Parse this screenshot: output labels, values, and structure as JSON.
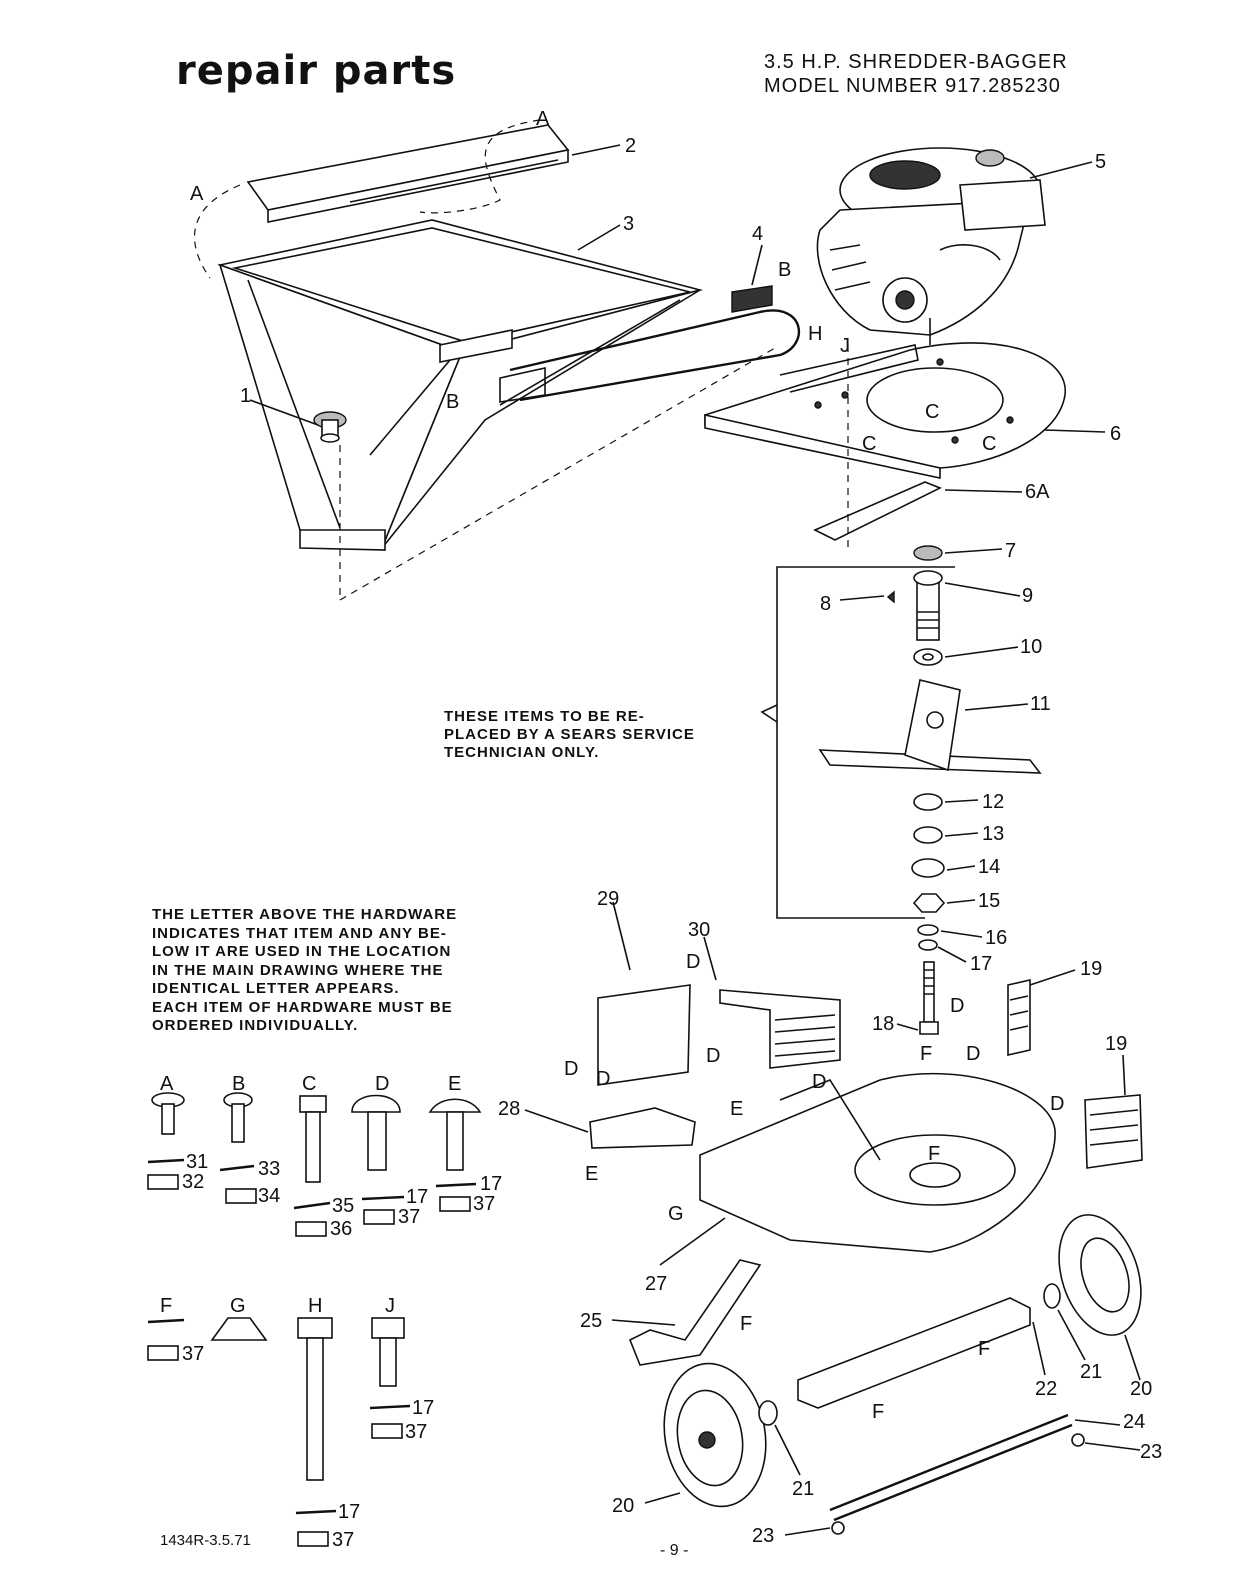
{
  "header": {
    "title": "repair parts",
    "model_line_1": "3.5 H.P. SHREDDER-BAGGER",
    "model_line_2": "MODEL NUMBER 917.285230"
  },
  "notes": {
    "service_line_1": "THESE ITEMS TO BE RE-",
    "service_line_2": "PLACED BY A SEARS SERVICE",
    "service_line_3": "TECHNICIAN ONLY.",
    "letter_line_1": "THE LETTER ABOVE THE HARDWARE",
    "letter_line_2": "INDICATES THAT ITEM AND ANY BE-",
    "letter_line_3": "LOW IT ARE USED IN THE LOCATION",
    "letter_line_4": "IN THE MAIN DRAWING WHERE THE",
    "letter_line_5": "IDENTICAL LETTER APPEARS.",
    "letter_line_6": "EACH ITEM OF HARDWARE MUST BE",
    "letter_line_7": "ORDERED INDIVIDUALLY."
  },
  "hardware_letters": {
    "a": "A",
    "b": "B",
    "c": "C",
    "d": "D",
    "e": "E",
    "f": "F",
    "g": "G",
    "h": "H",
    "j": "J"
  },
  "callouts": {
    "p1": "1",
    "p2": "2",
    "p3": "3",
    "p4": "4",
    "p5": "5",
    "p6": "6",
    "p6a": "6A",
    "p7": "7",
    "p8": "8",
    "p9": "9",
    "p10": "10",
    "p11": "11",
    "p12": "12",
    "p13": "13",
    "p14": "14",
    "p15": "15",
    "p16": "16",
    "p17": "17",
    "p18": "18",
    "p19": "19",
    "p20": "20",
    "p21": "21",
    "p22": "22",
    "p23": "23",
    "p24": "24",
    "p25": "25",
    "p27": "27",
    "p28": "28",
    "p29": "29",
    "p30": "30",
    "p31": "31",
    "p32": "32",
    "p33": "33",
    "p34": "34",
    "p35": "35",
    "p36": "36",
    "p37": "37"
  },
  "footer": {
    "code": "1434R-3.5.71",
    "page": "- 9 -"
  }
}
